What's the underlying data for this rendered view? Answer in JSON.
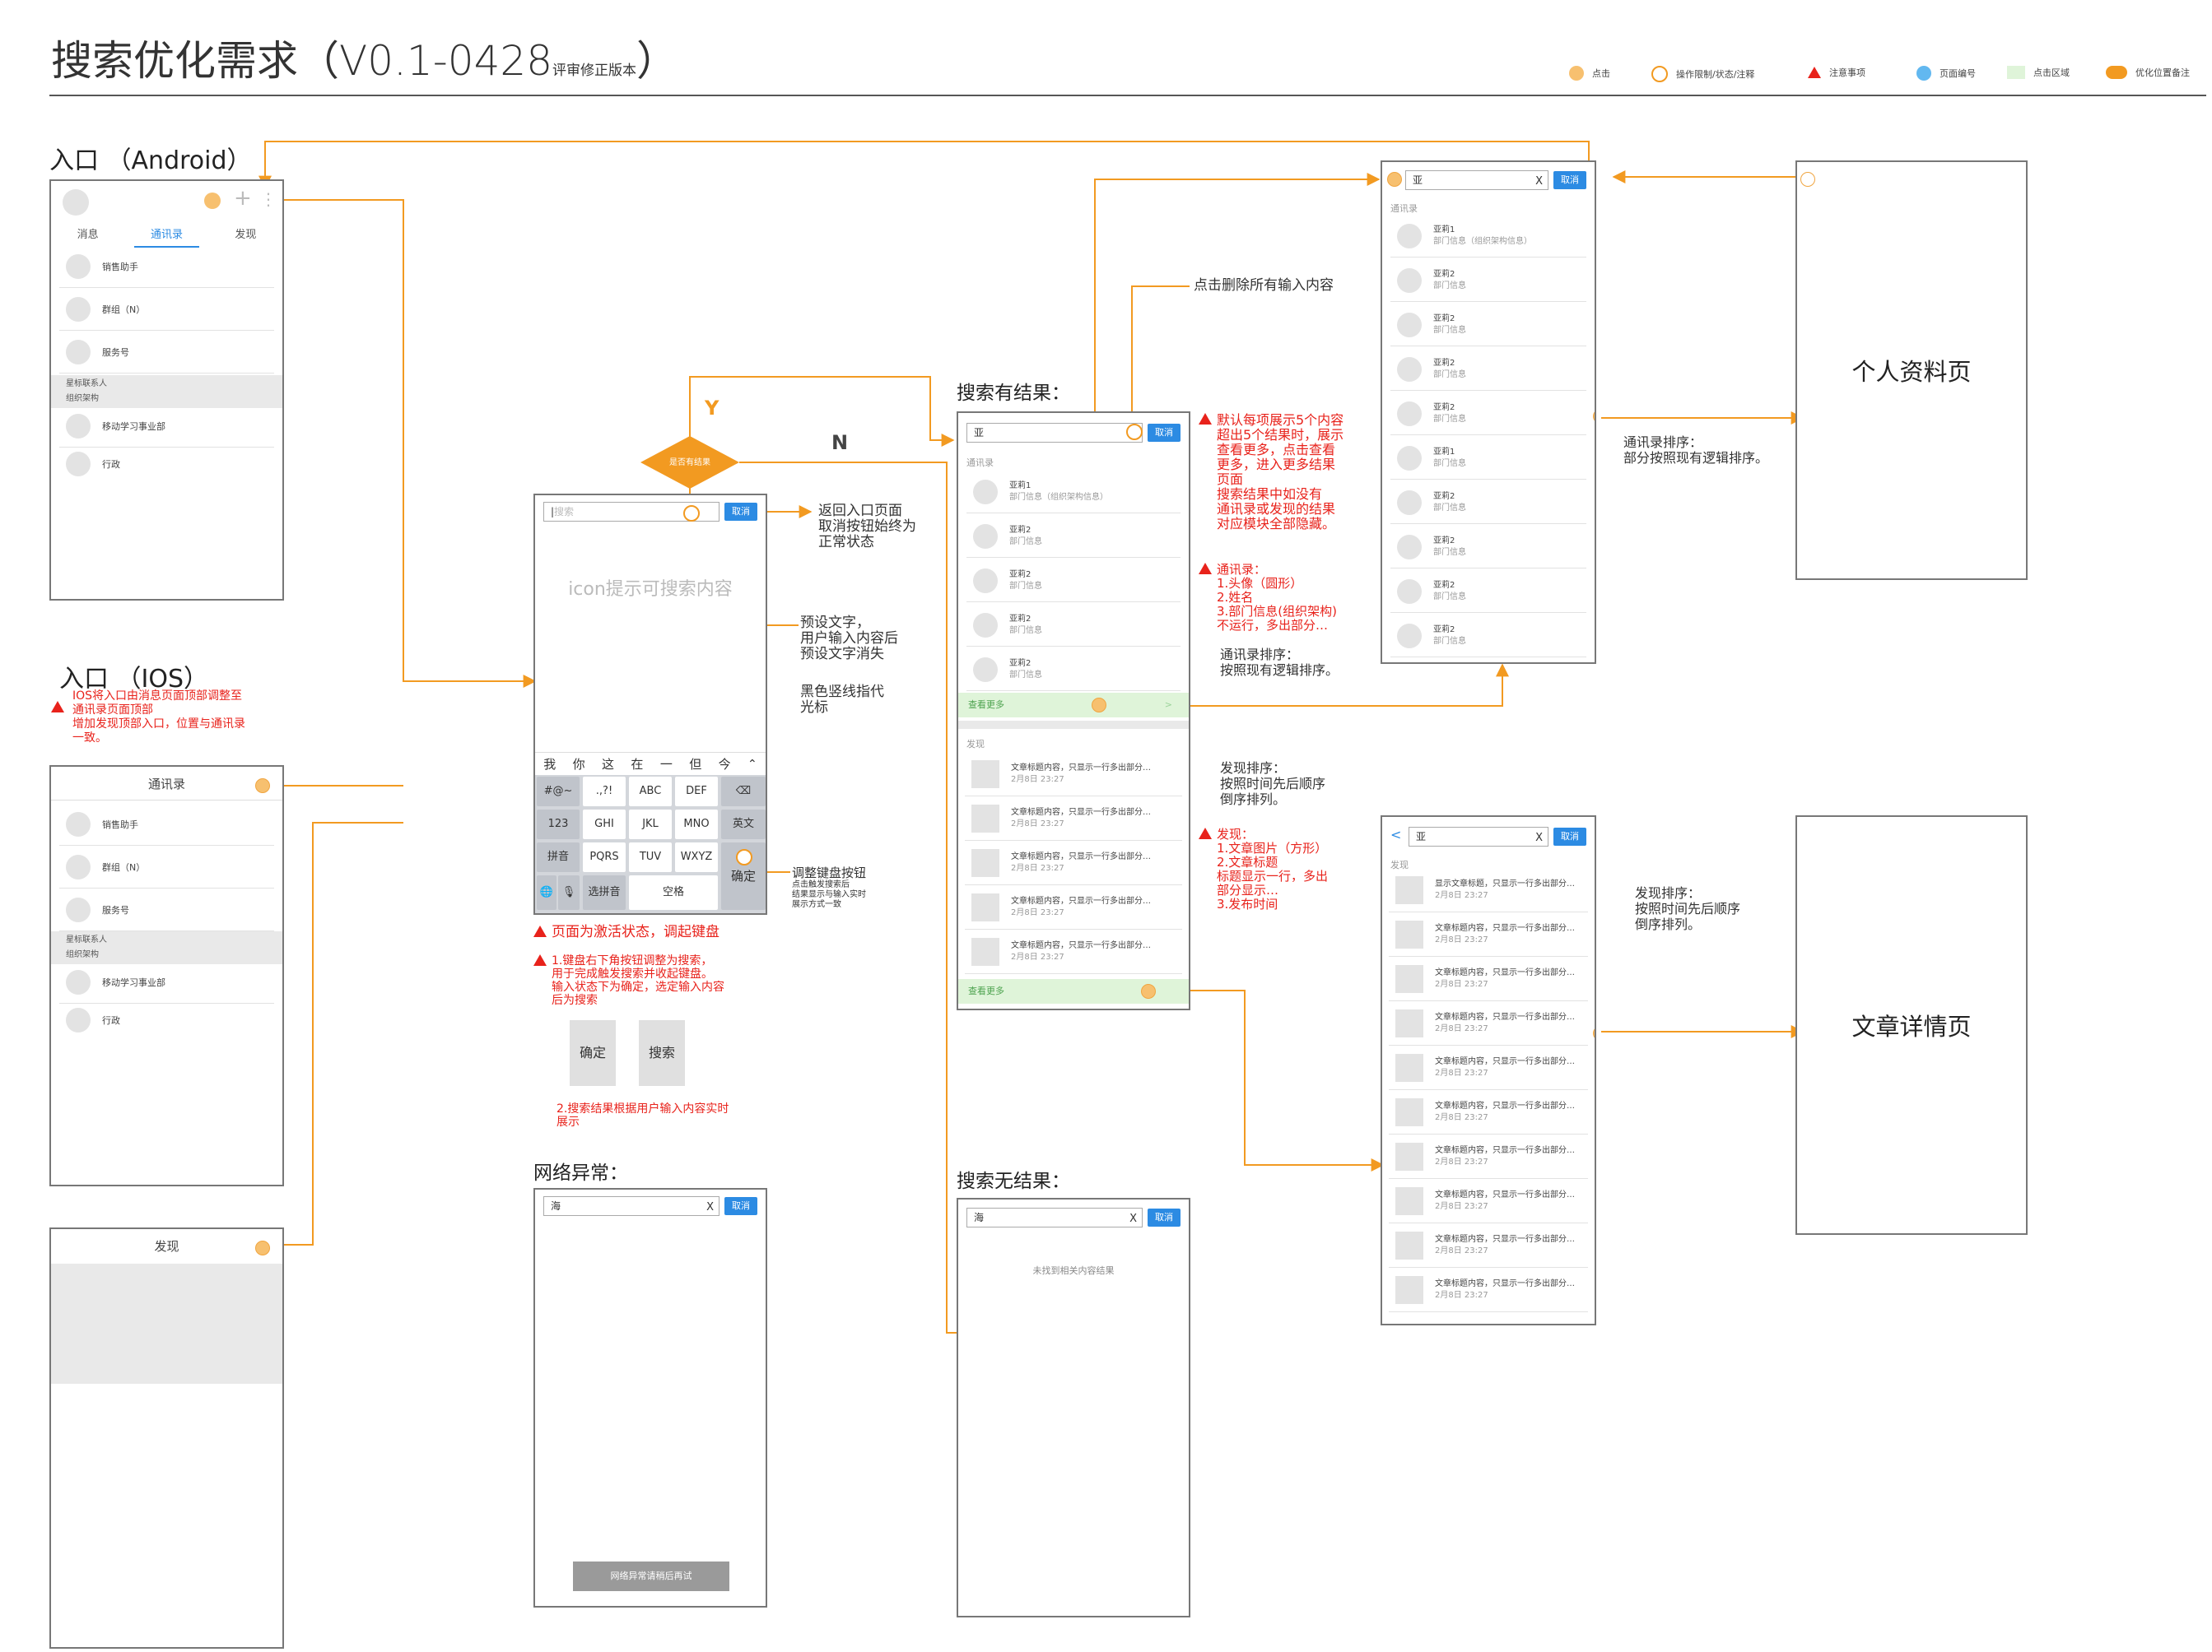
{
  "title": {
    "main": "搜索优化需求（V0.1-0428",
    "sub": "评审修正版本",
    "end": "）"
  },
  "legend": [
    {
      "label": "点击",
      "icon": "dot-icon"
    },
    {
      "label": "操作限制/状态/注释",
      "icon": "ring-icon"
    },
    {
      "label": "注意事项",
      "icon": "warning-icon"
    },
    {
      "label": "页面编号",
      "icon": "blue-dot-icon"
    },
    {
      "label": "点击区域",
      "icon": "green-area-icon"
    },
    {
      "label": "优化位置备注",
      "icon": "new-badge-icon"
    }
  ],
  "colors": {
    "accent": "#f29a21",
    "blue": "#2c8be3",
    "warning": "#e8221b",
    "green_area": "#dff4d9"
  },
  "android": {
    "heading": "入口 （Android）",
    "tabs": [
      "消息",
      "通讯录",
      "发现"
    ],
    "rows": [
      "销售助手",
      "群组（N）",
      "服务号"
    ],
    "section": [
      "星标联系人",
      "组织架构"
    ],
    "rows2": [
      "移动学习事业部",
      "行政"
    ],
    "plus": "+",
    "menu": "⋮"
  },
  "ios": {
    "heading": "入口 （IOS）",
    "note": "IOS将入口由消息页面顶部调整至\n通讯录页面顶部\n增加发现顶部入口，位置与通讯录\n一致。",
    "header": "通讯录",
    "rows": [
      "销售助手",
      "群组（N）",
      "服务号"
    ],
    "section": [
      "星标联系人",
      "组织架构"
    ],
    "rows2": [
      "移动学习事业部",
      "行政"
    ],
    "discover_header": "发现"
  },
  "search_active": {
    "placeholder": "搜索",
    "cancel": "取消",
    "hint": "icon提示可搜索内容",
    "suggest_row": [
      "我",
      "你",
      "这",
      "在",
      "一",
      "但",
      "今"
    ],
    "keys": {
      "r1": [
        "#@~",
        ".,?!",
        "ABC",
        "DEF"
      ],
      "r2": [
        "123",
        "GHI",
        "JKL",
        "MNO"
      ],
      "r3": [
        "拼音",
        "PQRS",
        "TUV",
        "WXYZ"
      ],
      "r4_pinyin": "选拼音",
      "space": "空格",
      "confirm": "确定",
      "english": "英文"
    },
    "note_return": "返回入口页面\n取消按钮始终为\n正常状态",
    "note_preset": "预设文字，\n用户输入内容后\n预设文字消失",
    "note_cursor": "黑色竖线指代\n光标",
    "note_kb": "调整键盘按钮",
    "note_kb_small": "点击触发搜索后\n结果显示与输入实时\n展示方式一致",
    "warn1": "页面为激活状态，调起键盘",
    "warn2": "1.键盘右下角按钮调整为搜索，\n   用于完成触发搜索并收起键盘。\n   输入状态下为确定，选定输入内容\n   后为搜索",
    "btn_confirm": "确定",
    "btn_search": "搜索",
    "note_realtime": "2.搜索结果根据用户输入内容实时\n   展示"
  },
  "decision": {
    "label": "是否有结果",
    "yes": "Y",
    "no": "N"
  },
  "network": {
    "heading": "网络异常：",
    "query": "海",
    "cancel": "取消",
    "button": "网络异常请稍后再试"
  },
  "results": {
    "heading": "搜索有结果：",
    "query": "亚",
    "cancel": "取消",
    "contacts_label": "通讯录",
    "contacts": [
      {
        "name": "亚莉1",
        "dept": "部门信息（组织架构信息）"
      },
      {
        "name": "亚莉2",
        "dept": "部门信息"
      },
      {
        "name": "亚莉2",
        "dept": "部门信息"
      },
      {
        "name": "亚莉2",
        "dept": "部门信息"
      },
      {
        "name": "亚莉2",
        "dept": "部门信息"
      }
    ],
    "more": "查看更多",
    "discover_label": "发现",
    "articles": [
      {
        "title": "文章标题内容，只显示一行多出部分…",
        "date": "2月8日 23:27"
      },
      {
        "title": "文章标题内容，只显示一行多出部分…",
        "date": "2月8日 23:27"
      },
      {
        "title": "文章标题内容，只显示一行多出部分…",
        "date": "2月8日 23:27"
      },
      {
        "title": "文章标题内容，只显示一行多出部分…",
        "date": "2月8日 23:27"
      },
      {
        "title": "文章标题内容，只显示一行多出部分…",
        "date": "2月8日 23:27"
      }
    ],
    "more2": "查看更多",
    "note_clear": "点击删除所有输入内容",
    "warn_default": "默认每项展示5个内容\n超出5个结果时，展示\n查看更多，点击查看\n更多，进入更多结果\n页面\n搜索结果中如没有\n通讯录或发现的结果\n对应模块全部隐藏。",
    "warn_contacts": "通讯录：\n1.头像（圆形）\n2.姓名\n3.部门信息(组织架构)\n   不运行，多出部分…",
    "note_contacts_sort": "通讯录排序：\n按照现有逻辑排序。",
    "note_discover_sort": "发现排序：\n按照时间先后顺序\n倒序排列。",
    "warn_discover": "发现：\n1.文章图片（方形）\n2.文章标题\n   标题显示一行，多出\n   部分显示…\n3.发布时间"
  },
  "no_results": {
    "heading": "搜索无结果：",
    "query": "海",
    "cancel": "取消",
    "text": "未找到相关内容结果"
  },
  "more_contacts": {
    "query": "亚",
    "cancel": "取消",
    "section": "通讯录",
    "items": [
      {
        "name": "亚莉1",
        "dept": "部门信息（组织架构信息）"
      },
      {
        "name": "亚莉2",
        "dept": "部门信息"
      },
      {
        "name": "亚莉2",
        "dept": "部门信息"
      },
      {
        "name": "亚莉2",
        "dept": "部门信息"
      },
      {
        "name": "亚莉2",
        "dept": "部门信息"
      },
      {
        "name": "亚莉1",
        "dept": "部门信息"
      },
      {
        "name": "亚莉2",
        "dept": "部门信息"
      },
      {
        "name": "亚莉2",
        "dept": "部门信息"
      },
      {
        "name": "亚莉2",
        "dept": "部门信息"
      },
      {
        "name": "亚莉2",
        "dept": "部门信息"
      }
    ],
    "note_sort": "通讯录排序：\n部分按照现有逻辑排序。"
  },
  "more_articles": {
    "back": "<",
    "query": "亚",
    "cancel": "取消",
    "section": "发现",
    "items": [
      {
        "title": "显示文章标题，只显示一行多出部分…",
        "date": "2月8日 23:27"
      },
      {
        "title": "文章标题内容，只显示一行多出部分…",
        "date": "2月8日 23:27"
      },
      {
        "title": "文章标题内容，只显示一行多出部分…",
        "date": "2月8日 23:27"
      },
      {
        "title": "文章标题内容，只显示一行多出部分…",
        "date": "2月8日 23:27"
      },
      {
        "title": "文章标题内容，只显示一行多出部分…",
        "date": "2月8日 23:27"
      },
      {
        "title": "文章标题内容，只显示一行多出部分…",
        "date": "2月8日 23:27"
      },
      {
        "title": "文章标题内容，只显示一行多出部分…",
        "date": "2月8日 23:27"
      },
      {
        "title": "文章标题内容，只显示一行多出部分…",
        "date": "2月8日 23:27"
      },
      {
        "title": "文章标题内容，只显示一行多出部分…",
        "date": "2月8日 23:27"
      },
      {
        "title": "文章标题内容，只显示一行多出部分…",
        "date": "2月8日 23:27"
      }
    ],
    "note_sort": "发现排序：\n按照时间先后顺序\n倒序排列。"
  },
  "profile": {
    "title": "个人资料页"
  },
  "article_detail": {
    "title": "文章详情页"
  }
}
